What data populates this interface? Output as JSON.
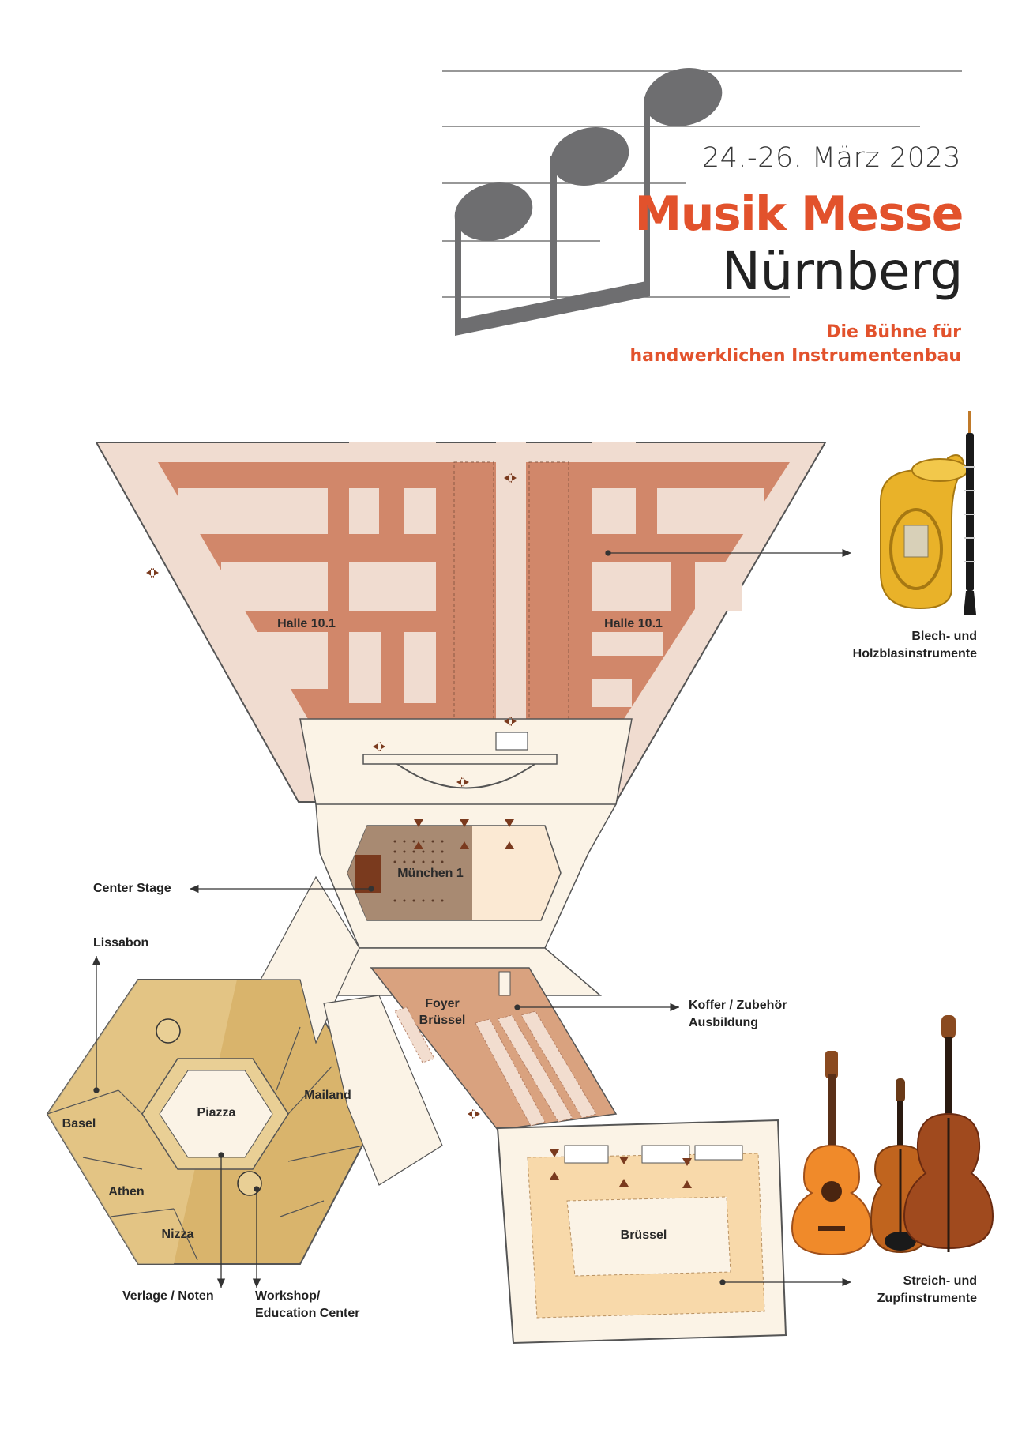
{
  "header": {
    "date": "24.-26. März 2023",
    "title_line1": "Musik Messe",
    "title_line2": "Nürnberg",
    "tagline_line1": "Die Bühne für",
    "tagline_line2": "handwerklichen Instrumentenbau"
  },
  "rooms": {
    "halle_left": "Halle 10.1",
    "halle_right": "Halle 10.1",
    "muenchen": "München 1",
    "foyer_line1": "Foyer",
    "foyer_line2": "Brüssel",
    "bruessel": "Brüssel",
    "piazza": "Piazza",
    "mailand": "Mailand",
    "basel": "Basel",
    "athen": "Athen",
    "nizza": "Nizza"
  },
  "callouts": {
    "blech_line1": "Blech- und",
    "blech_line2": "Holzblasinstrumente",
    "center_stage": "Center Stage",
    "lissabon": "Lissabon",
    "koffer_line1": "Koffer / Zubehör",
    "koffer_line2": "Ausbildung",
    "streich_line1": "Streich- und",
    "streich_line2": "Zupfinstrumente",
    "verlage": "Verlage / Noten",
    "workshop_line1": "Workshop/",
    "workshop_line2": "Education Center"
  },
  "colors": {
    "accent": "#e2522c",
    "hall_fill": "#d1876a",
    "hall_light": "#f0dcd0",
    "floor": "#fbf3e6",
    "hex_gold": "#d9b46c",
    "hex_light": "#e9cf95",
    "muenchen": "#a88a72",
    "note_gray": "#6e6e70"
  },
  "icons": [
    "music-notes-logo",
    "tuba-icon",
    "oboe-icon",
    "guitar-icon",
    "violin-icon",
    "double-bass-icon",
    "door-arrow-icon"
  ]
}
